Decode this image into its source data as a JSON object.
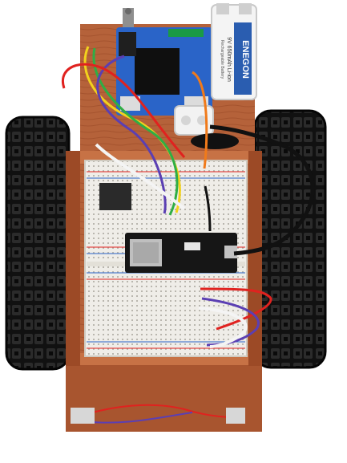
{
  "battery": {
    "brand": "ENEGON",
    "spec": "9V 650mAh Li-ion",
    "subtitle": "Rechargeable Battery"
  },
  "colors": {
    "wood": "#b5623a",
    "wood_dark": "#8e4424",
    "track": "#1c1c1c",
    "breadboard": "#efede8",
    "board_black": "#161616",
    "driver_board": "#2a64c8",
    "wire_yellow": "#f2d21d",
    "wire_green": "#2fae45",
    "wire_red": "#e0221f",
    "wire_purple": "#5b3fb3",
    "wire_white": "#f4f4f4",
    "wire_orange": "#f07a1a"
  }
}
